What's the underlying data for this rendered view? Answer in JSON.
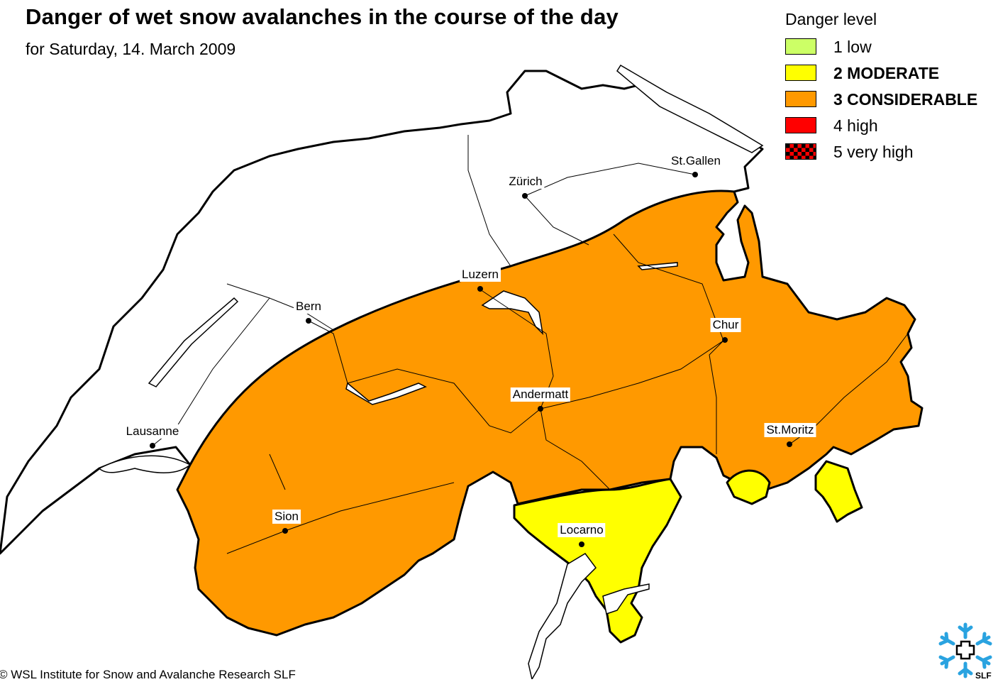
{
  "title": "Danger of wet snow avalanches in the course of the day",
  "subtitle": "for Saturday, 14. March 2009",
  "legend": {
    "title": "Danger level",
    "items": [
      {
        "label": "1 low",
        "color": "#ccff66",
        "bold": false
      },
      {
        "label": "2 MODERATE",
        "color": "#ffff00",
        "bold": true
      },
      {
        "label": "3 CONSIDERABLE",
        "color": "#ff9900",
        "bold": true
      },
      {
        "label": "4 high",
        "color": "#ff0000",
        "bold": false
      },
      {
        "label": "5 very high",
        "color": "checkered-red-black",
        "bold": false
      }
    ]
  },
  "cities": {
    "stgallen": "St.Gallen",
    "zurich": "Zürich",
    "luzern": "Luzern",
    "bern": "Bern",
    "chur": "Chur",
    "andermatt": "Andermatt",
    "lausanne": "Lausanne",
    "stmoritz": "St.Moritz",
    "sion": "Sion",
    "locarno": "Locarno"
  },
  "regions": {
    "north": {
      "level": "none",
      "color": "#ffffff"
    },
    "alps": {
      "level": "3 CONSIDERABLE",
      "color": "#ff9900"
    },
    "ticino": {
      "level": "2 MODERATE",
      "color": "#ffff00"
    },
    "engadin_south": {
      "level": "2 MODERATE",
      "color": "#ffff00"
    }
  },
  "copyright": "© WSL Institute for Snow and Avalanche Research SLF",
  "logo": {
    "icon": "snowflake-cross-icon",
    "text": "SLF"
  }
}
